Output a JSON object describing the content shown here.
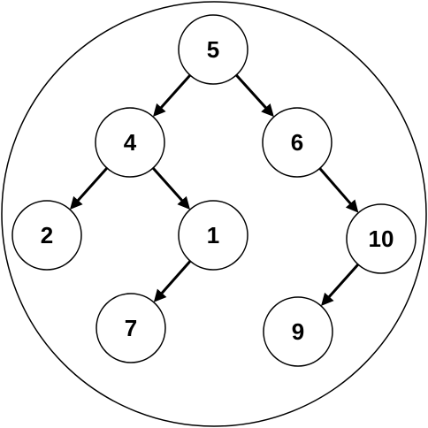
{
  "tree": {
    "nodes": [
      {
        "id": "n5",
        "label": "5"
      },
      {
        "id": "n4",
        "label": "4"
      },
      {
        "id": "n6",
        "label": "6"
      },
      {
        "id": "n2",
        "label": "2"
      },
      {
        "id": "n1",
        "label": "1"
      },
      {
        "id": "n10",
        "label": "10"
      },
      {
        "id": "n7",
        "label": "7"
      },
      {
        "id": "n9",
        "label": "9"
      }
    ],
    "edges": [
      {
        "from": "n5",
        "to": "n4"
      },
      {
        "from": "n5",
        "to": "n6"
      },
      {
        "from": "n4",
        "to": "n2"
      },
      {
        "from": "n4",
        "to": "n1"
      },
      {
        "from": "n6",
        "to": "n10"
      },
      {
        "from": "n1",
        "to": "n7"
      },
      {
        "from": "n10",
        "to": "n9"
      }
    ]
  }
}
